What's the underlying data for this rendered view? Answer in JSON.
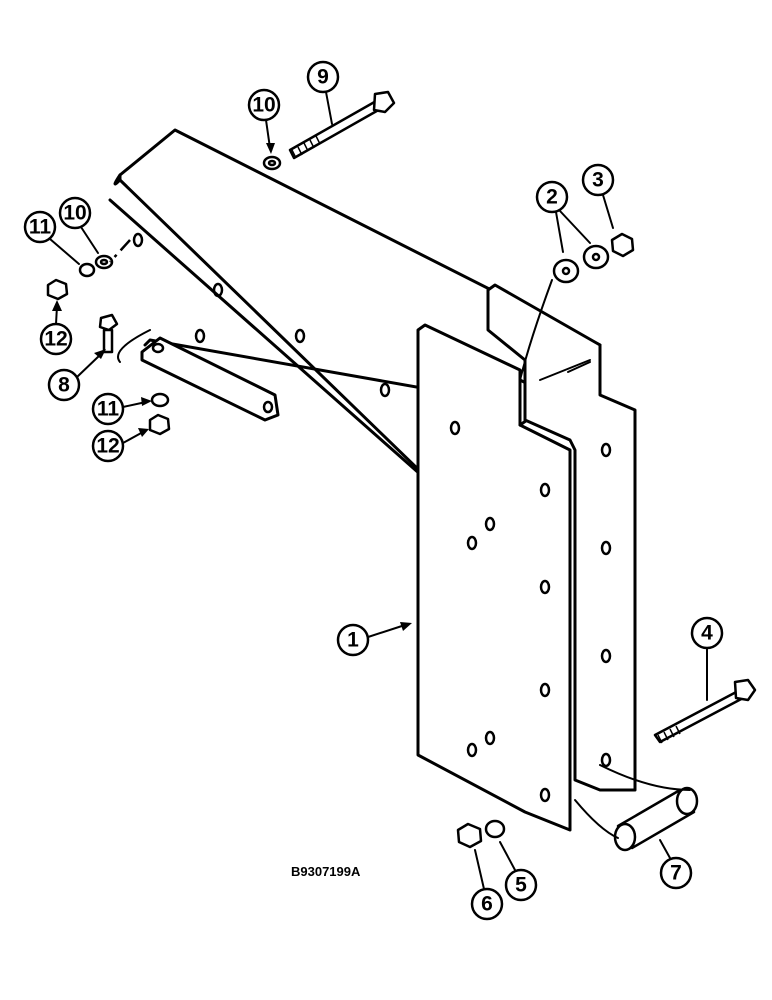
{
  "figure_id": "B9307199A",
  "callouts": [
    {
      "num": "1"
    },
    {
      "num": "2"
    },
    {
      "num": "3"
    },
    {
      "num": "4"
    },
    {
      "num": "5"
    },
    {
      "num": "6"
    },
    {
      "num": "7"
    },
    {
      "num": "8"
    },
    {
      "num": "9"
    },
    {
      "num": "10"
    },
    {
      "num": "10"
    },
    {
      "num": "11"
    },
    {
      "num": "11"
    },
    {
      "num": "12"
    },
    {
      "num": "12"
    }
  ]
}
